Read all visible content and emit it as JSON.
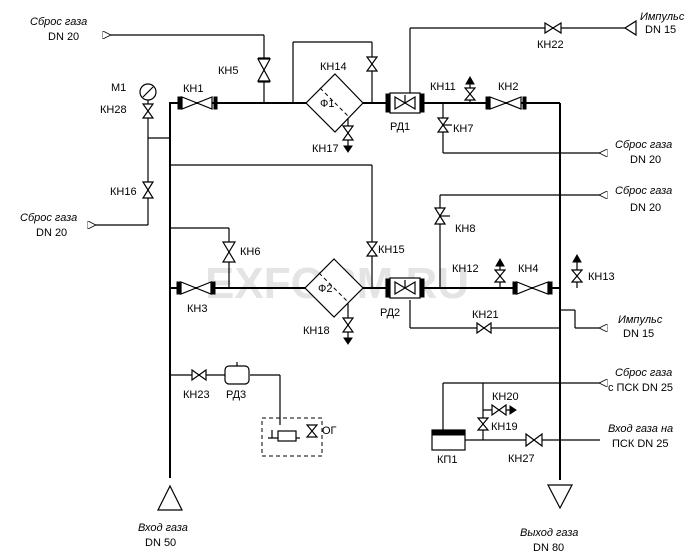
{
  "watermark": "EXFORM.RU",
  "valves": {
    "kn1": "КН1",
    "kn2": "КН2",
    "kn3": "КН3",
    "kn4": "КН4",
    "kn5": "КН5",
    "kn6": "КН6",
    "kn7": "КН7",
    "kn8": "КН8",
    "kn11": "КН11",
    "kn12": "КН12",
    "kn13": "КН13",
    "kn14": "КН14",
    "kn15": "КН15",
    "kn16": "КН16",
    "kn17": "КН17",
    "kn18": "КН18",
    "kn19": "КН19",
    "kn20": "КН20",
    "kn21": "КН21",
    "kn22": "КН22",
    "kn23": "КН23",
    "kn27": "КН27",
    "kn28": "КН28"
  },
  "devices": {
    "m1": "М1",
    "f1": "Ф1",
    "f2": "Ф2",
    "rd1": "РД1",
    "rd2": "РД2",
    "rd3": "РД3",
    "kp1": "КП1",
    "og": "ОГ"
  },
  "ports": {
    "vent_top_left": {
      "line1": "Сброс газа",
      "line2": "DN 20"
    },
    "vent_mid_left": {
      "line1": "Сброс газа",
      "line2": "DN 20"
    },
    "impulse_top": {
      "line1": "Импульс",
      "line2": "DN 15"
    },
    "vent_right_1": {
      "line1": "Сброс газа",
      "line2": "DN 20"
    },
    "vent_right_2": {
      "line1": "Сброс газа",
      "line2": "DN 20"
    },
    "impulse_mid": {
      "line1": "Импульс",
      "line2": "DN 15"
    },
    "vent_psk": {
      "line1": "Сброс газа",
      "line2": "с ПСК DN 25"
    },
    "inlet_psk": {
      "line1": "Вход газа на",
      "line2": "ПСК DN 25"
    },
    "inlet_main": {
      "line1": "Вход газа",
      "line2": "DN 50"
    },
    "outlet_main": {
      "line1": "Выход газа",
      "line2": "DN 80"
    }
  }
}
